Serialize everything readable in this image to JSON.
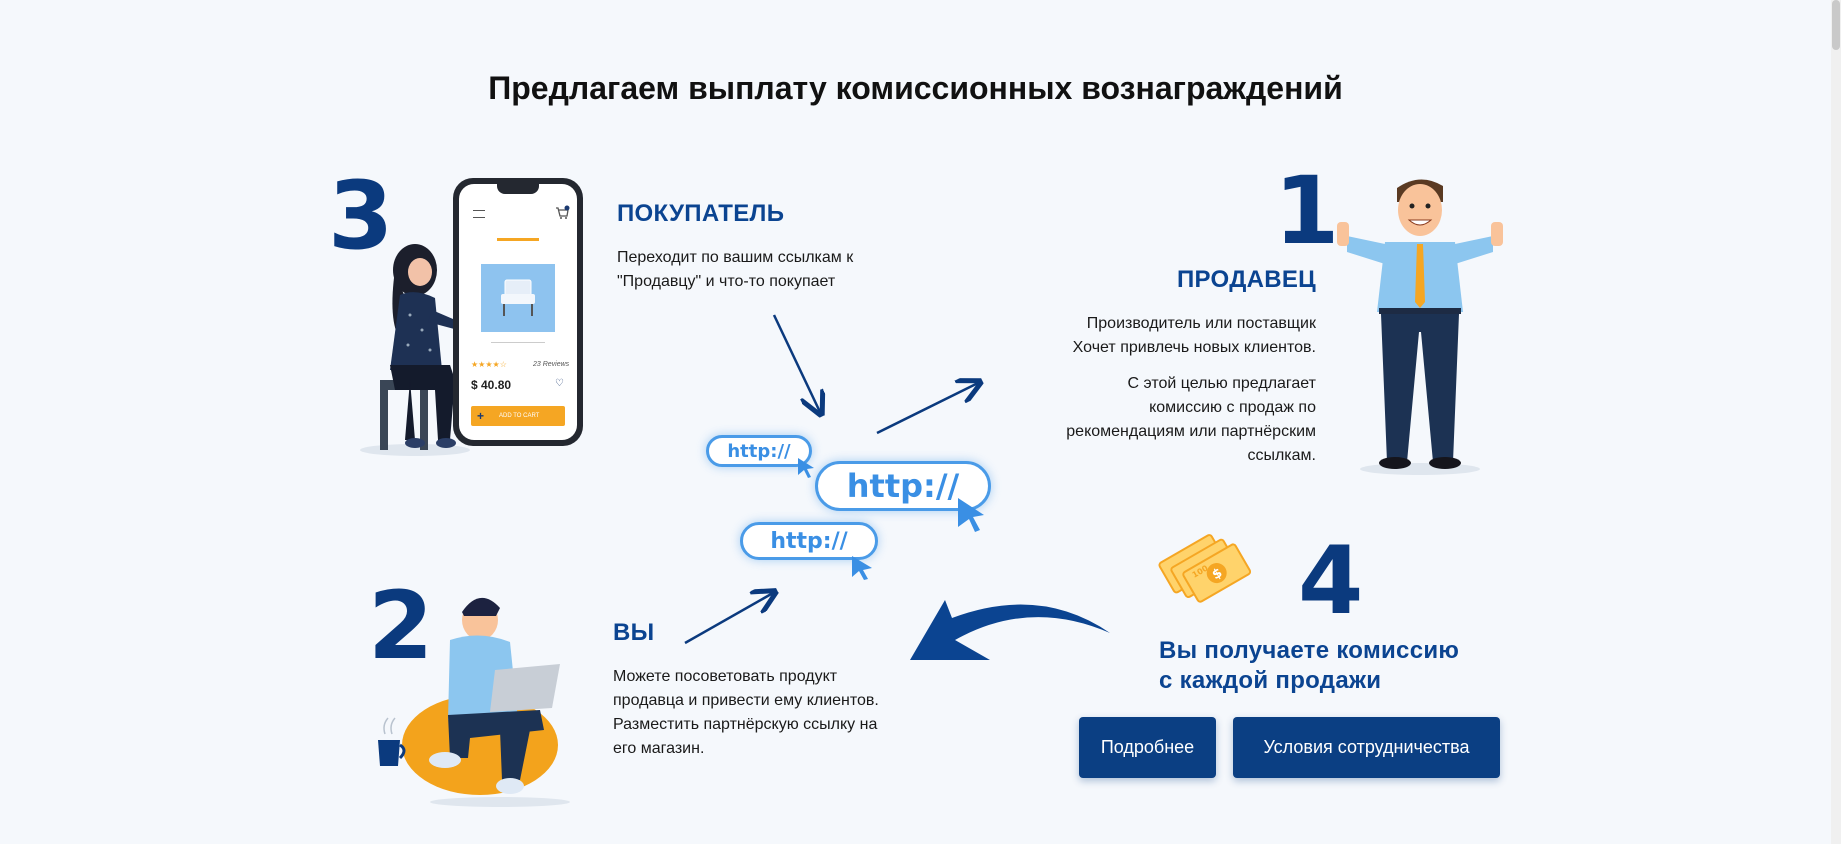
{
  "page": {
    "title": "Предлагаем выплату комиссионных вознаграждений"
  },
  "steps": {
    "buyer": {
      "number": "3",
      "heading": "ПОКУПАТЕЛЬ",
      "text": [
        "Переходит по вашим ссылкам к",
        "\"Продавцу\" и что-то покупает"
      ]
    },
    "seller": {
      "number": "1",
      "heading": "ПРОДАВЕЦ",
      "text": [
        "Производитель или поставщик",
        "Хочет привлечь новых клиентов."
      ],
      "text2": [
        "С этой целью предлагает",
        "комиссию с продаж по",
        "рекомендациям или партнёрским",
        "ссылкам."
      ]
    },
    "you": {
      "number": "2",
      "heading": "ВЫ",
      "text": [
        "Можете посоветовать продукт",
        "продавца и привести ему клиентов.",
        "Разместить партнёрскую ссылку на",
        "его магазин."
      ]
    },
    "commission": {
      "number": "4",
      "heading_lines": [
        "Вы получаете комиссию",
        "с каждой продажи"
      ]
    }
  },
  "phone": {
    "price": "$ 40.80",
    "reviews": "23 Reviews",
    "cart_button": "ADD TO CART"
  },
  "links": {
    "label": "http://"
  },
  "money": {
    "bill_label": "100",
    "coin_symbol": "$"
  },
  "buttons": {
    "more": "Подробнее",
    "terms": "Условия сотрудничества"
  },
  "colors": {
    "brand_dark": "#0b3a7e",
    "brand": "#0b4491",
    "link_blue": "#3a8fe4",
    "accent_orange": "#f5a623",
    "background": "#f5f8fc"
  },
  "icons": [
    "arrow-icon",
    "cursor-icon",
    "heart-icon",
    "cart-icon",
    "menu-icon",
    "coffee-cup-icon",
    "dollar-bills-icon"
  ]
}
